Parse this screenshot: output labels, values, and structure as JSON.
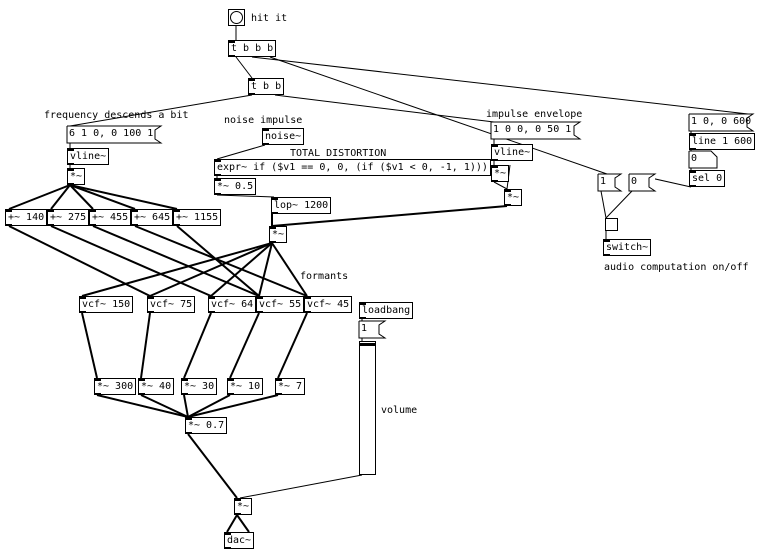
{
  "patch": {
    "bang_label": "hit it",
    "comments": {
      "frequency": "frequency descends a bit",
      "noise": "noise impulse",
      "distortion": "TOTAL DISTORTION",
      "envelope": "impulse envelope",
      "formants": "formants",
      "audio": "audio computation on/off",
      "volume": "volume"
    },
    "objects": {
      "tbbb": "t b b b",
      "tbb": "t b b",
      "vline1": "vline~",
      "mul1": "*~",
      "noise": "noise~",
      "expr": "expr~ if ($v1 == 0, 0, (if ($v1 < 0, -1, 1)))",
      "mul05": "*~ 0.5",
      "lop": "lop~ 1200",
      "vline2": "vline~",
      "mul2": "*~",
      "mul3": "*~",
      "mulmain": "*~",
      "line": "line 1 600",
      "sel": "sel 0",
      "switch": "switch~",
      "loadbang": "loadbang",
      "add140": "+~ 140",
      "add275": "+~ 275",
      "add455": "+~ 455",
      "add645": "+~ 645",
      "add1155": "+~ 1155",
      "vcf150": "vcf~ 150",
      "vcf75": "vcf~ 75",
      "vcf64": "vcf~ 64",
      "vcf55": "vcf~ 55",
      "vcf45": "vcf~ 45",
      "m300": "*~ 300",
      "m40": "*~ 40",
      "m30": "*~ 30",
      "m10": "*~ 10",
      "m7": "*~ 7",
      "m07": "*~ 0.7",
      "mulout": "*~",
      "dac": "dac~"
    },
    "messages": {
      "freq_msg": "6 1 0, 0 100 1",
      "env_msg": "1 0 0, 0 50 1",
      "line_msg": "1 0, 0 600",
      "zero_top": "0",
      "one": "1",
      "zero": "0",
      "vol": "1"
    },
    "volume_slider_value": 1
  }
}
